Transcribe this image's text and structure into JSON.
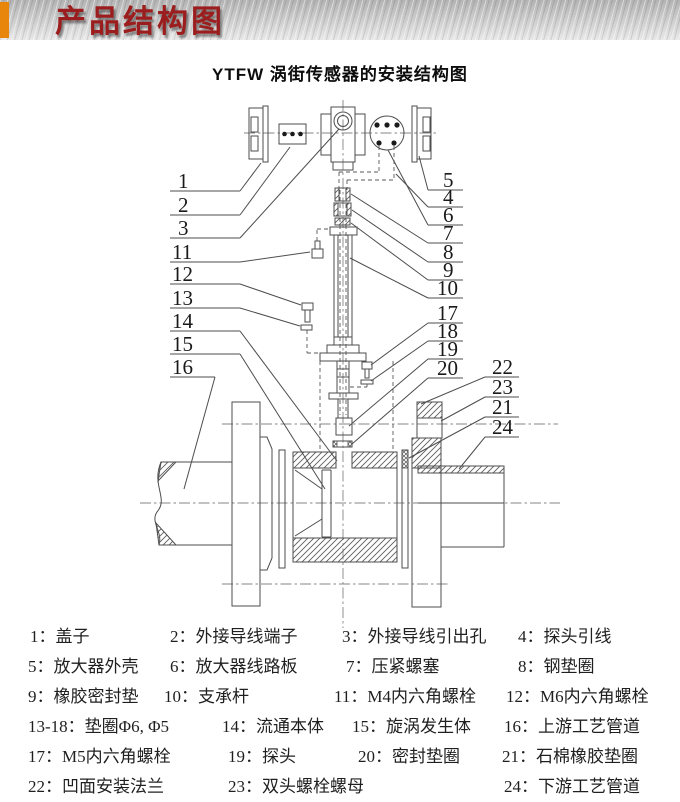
{
  "banner": {
    "title": "产品结构图"
  },
  "diagram": {
    "title": "YTFW 涡街传感器的安装结构图",
    "callout_labels": [
      "1",
      "2",
      "3",
      "4",
      "5",
      "6",
      "7",
      "8",
      "9",
      "10",
      "11",
      "12",
      "13",
      "14",
      "15",
      "16",
      "17",
      "18",
      "19",
      "20",
      "21",
      "22",
      "23",
      "24"
    ]
  },
  "legend": {
    "rows": [
      [
        "1：盖子",
        "2：外接导线端子",
        "3：外接导线引出孔",
        "4：探头引线"
      ],
      [
        "5：放大器外壳",
        "6：放大器线路板",
        "7：压紧螺塞",
        "8：钢垫圈"
      ],
      [
        "9：橡胶密封垫",
        "10：支承杆",
        "11：M4内六角螺栓",
        "12：M6内六角螺栓"
      ],
      [
        "13-18：垫圈Φ6, Φ5",
        "14：流通本体",
        "15：旋涡发生体",
        "16：上游工艺管道"
      ],
      [
        "17：M5内六角螺栓",
        "19：探头",
        "20：密封垫圈",
        "21：石棉橡胶垫圈"
      ],
      [
        "22：凹面安装法兰",
        "23：双头螺栓螺母",
        "24：下游工艺管道"
      ]
    ]
  },
  "colors": {
    "accent_orange": "#e8860b",
    "banner_text_red": "#9c1d1d",
    "line_gray": "#4d4d4d"
  }
}
